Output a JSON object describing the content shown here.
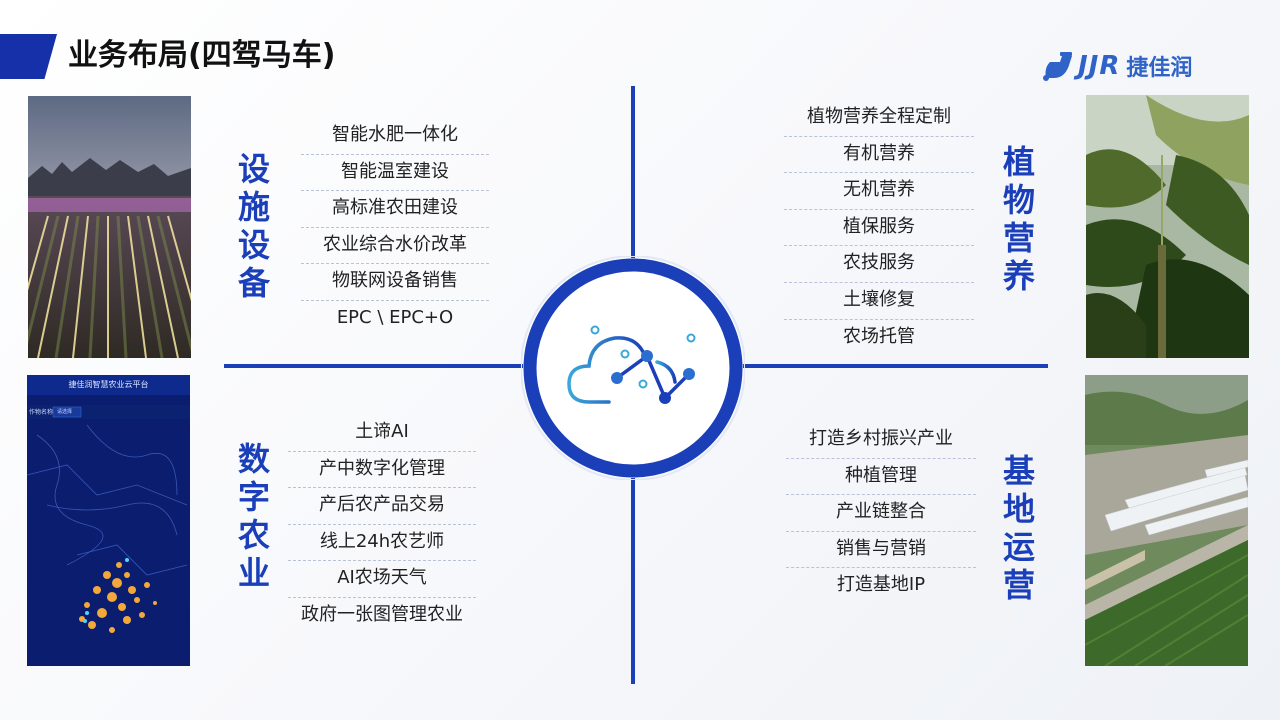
{
  "page": {
    "title": "业务布局(四驾马车)"
  },
  "logo": {
    "text_en": "JJR",
    "text_cn": "捷佳润",
    "color": "#2f63c8"
  },
  "colors": {
    "accent": "#1a3fb8",
    "title_bar": "#1530a8"
  },
  "sections": {
    "facilities": {
      "title": "设施设备",
      "items": [
        "智能水肥一体化",
        "智能温室建设",
        "高标准农田建设",
        "农业综合水价改革",
        "物联网设备销售",
        "EPC \\ EPC+O"
      ]
    },
    "nutrition": {
      "title": "植物营养",
      "items": [
        "植物营养全程定制",
        "有机营养",
        "无机营养",
        "植保服务",
        "农技服务",
        "土壤修复",
        "农场托管"
      ]
    },
    "digital": {
      "title": "数字农业",
      "items": [
        "土谛AI",
        "产中数字化管理",
        "产后农产品交易",
        "线上24h农艺师",
        "AI农场天气",
        "政府一张图管理农业"
      ]
    },
    "base": {
      "title": "基地运营",
      "items": [
        "打造乡村振兴产业",
        "种植管理",
        "产业链整合",
        "销售与营销",
        "打造基地IP"
      ]
    }
  },
  "screenshot_panel": {
    "title": "捷佳润智慧农业云平台",
    "field_label": "作物名称",
    "field_value": "请选择"
  },
  "center_icon": "cloud-network-icon"
}
